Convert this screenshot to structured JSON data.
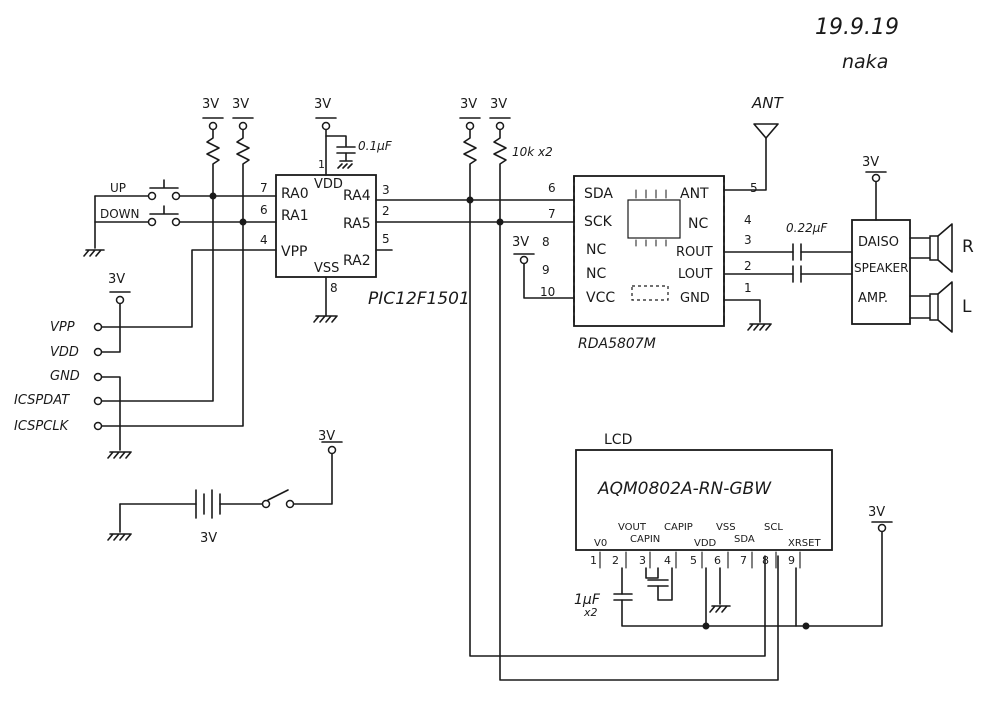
{
  "header": {
    "date": "19.9.19",
    "author": "naka"
  },
  "supply": {
    "label": "3V"
  },
  "pic": {
    "part": "PIC12F1501",
    "pins": {
      "vdd": "VDD",
      "vss": "VSS",
      "ra0": "RA0",
      "ra1": "RA1",
      "vpp": "VPP",
      "ra4": "RA4",
      "ra5": "RA5",
      "ra2": "RA2"
    },
    "pin_numbers": {
      "vdd": "1",
      "vss": "8",
      "ra0": "7",
      "ra1": "6",
      "vpp": "4",
      "ra4": "3",
      "ra5": "2",
      "ra2": "5"
    }
  },
  "bypass_cap": {
    "value": "0.1μF"
  },
  "pullups": {
    "label": "10k x2"
  },
  "buttons": {
    "up": "UP",
    "down": "DOWN"
  },
  "icsp": {
    "vpp": "VPP",
    "vdd": "VDD",
    "gnd": "GND",
    "dat": "ICSPDAT",
    "clk": "ICSPCLK"
  },
  "battery": {
    "label": "3V"
  },
  "radio": {
    "part": "RDA5807M",
    "left_pins": [
      {
        "num": "6",
        "name": "SDA"
      },
      {
        "num": "7",
        "name": "SCK"
      },
      {
        "num": "8",
        "name": "NC"
      },
      {
        "num": "9",
        "name": "NC"
      },
      {
        "num": "10",
        "name": "VCC"
      }
    ],
    "right_pins": [
      {
        "num": "5",
        "name": "ANT"
      },
      {
        "num": "4",
        "name": "NC"
      },
      {
        "num": "3",
        "name": "ROUT"
      },
      {
        "num": "2",
        "name": "LOUT"
      },
      {
        "num": "1",
        "name": "GND"
      }
    ]
  },
  "antenna": {
    "label": "ANT"
  },
  "coupling_cap": {
    "value": "0.22μF"
  },
  "amp": {
    "line1": "DAISO",
    "line2": "SPEAKER",
    "line3": "AMP."
  },
  "speakers": {
    "right": "R",
    "left": "L"
  },
  "lcd": {
    "title": "LCD",
    "part": "AQM0802A-RN-GBW",
    "top_labels": {
      "vout": "VOUT",
      "capip": "CAPIP",
      "vss": "VSS",
      "scl": "SCL"
    },
    "bottom_labels": {
      "v0": "V0",
      "capin": "CAPIN",
      "vdd": "VDD",
      "sda": "SDA",
      "xrset": "XRSET"
    },
    "pin_numbers": [
      "1",
      "2",
      "3",
      "4",
      "5",
      "6",
      "7",
      "8",
      "9"
    ]
  },
  "lcd_caps": {
    "value": "1μF",
    "count": "x2"
  }
}
